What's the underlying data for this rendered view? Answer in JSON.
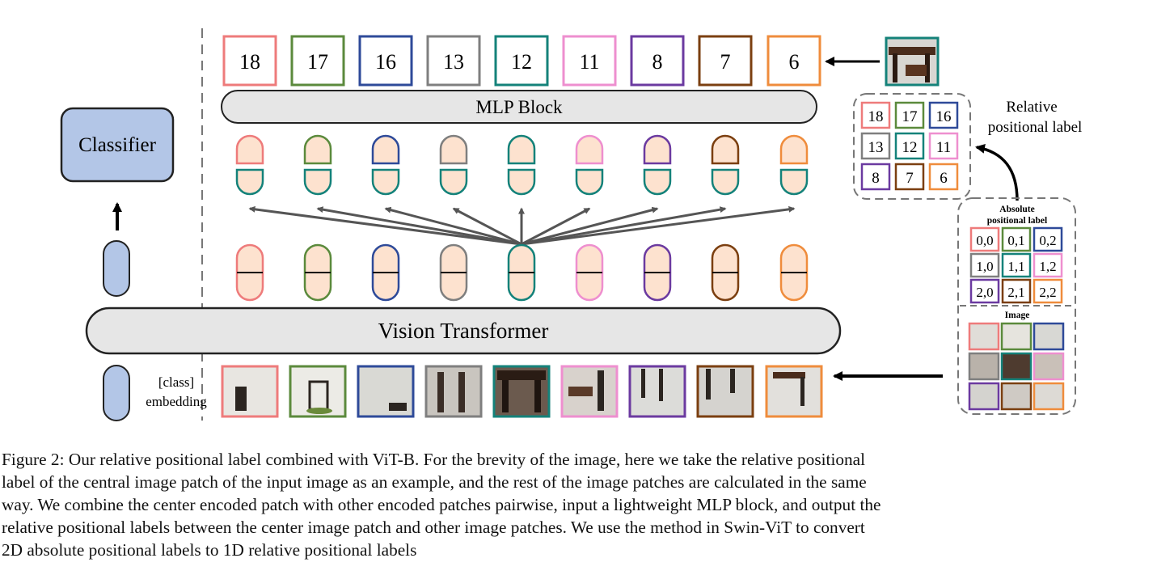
{
  "figure": {
    "top_labels": [
      "18",
      "17",
      "16",
      "13",
      "12",
      "11",
      "8",
      "7",
      "6"
    ],
    "mlp_label": "MLP Block",
    "classifier_label": "Classifier",
    "vit_label": "Vision Transformer",
    "class_label_line1": "[class]",
    "class_label_line2": "embedding",
    "relative_title_line1": "Relative",
    "relative_title_line2": "positional  label",
    "relative_grid": [
      "18",
      "17",
      "16",
      "13",
      "12",
      "11",
      "8",
      "7",
      "6"
    ],
    "absolute_title_line1": "Absolute",
    "absolute_title_line2": "positional label",
    "absolute_grid": [
      "0,0",
      "0,1",
      "0,2",
      "1,0",
      "1,1",
      "1,2",
      "2,0",
      "2,1",
      "2,2"
    ],
    "image_title": "Image",
    "colors": [
      "#ee7b7b",
      "#5b8a3c",
      "#2e4a99",
      "#7f7f7f",
      "#14827a",
      "#ee8fcf",
      "#6b3aa0",
      "#7b3f10",
      "#ef8c3c"
    ],
    "token_fill": "#fde2cf",
    "class_token_fill": "#b3c6e7",
    "block_fill": "#e6e6e6"
  },
  "caption": [
    "Figure 2: Our relative positional label combined with ViT-B. For the brevity of the image, here we take the relative positional",
    "label of the central image patch of the input image as an example, and the rest of the image patches are calculated in the same",
    "way. We combine the center encoded patch with other encoded patches pairwise, input a lightweight MLP block, and output the",
    "relative positional labels between the center image patch and other image patches. We use the method in Swin-ViT to convert",
    "2D absolute positional labels to 1D relative positional labels"
  ]
}
